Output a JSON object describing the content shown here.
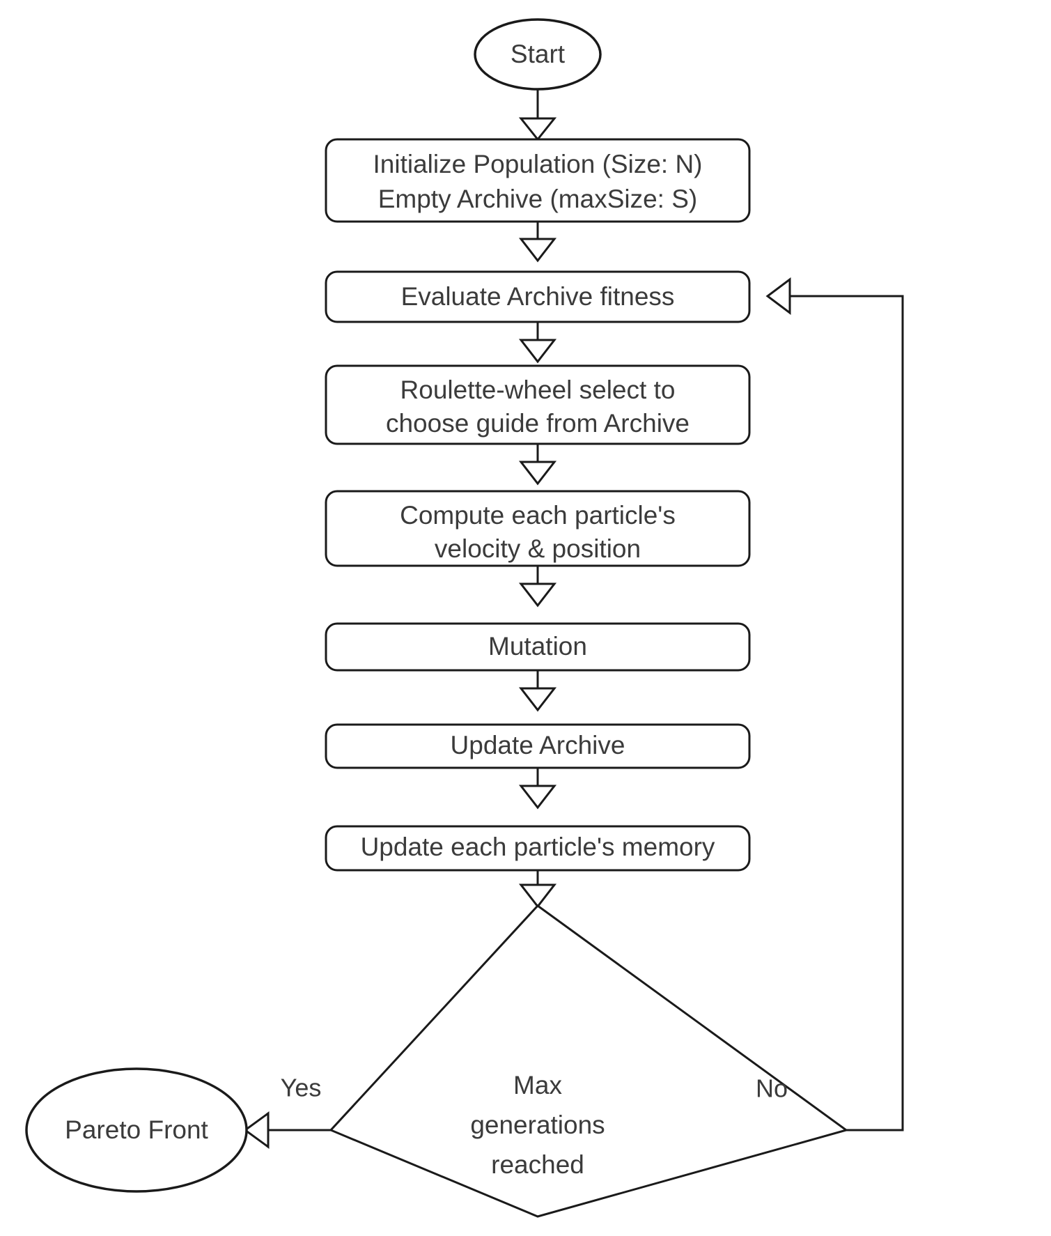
{
  "diagram": {
    "type": "flowchart",
    "title": "MOPSO algorithm flowchart",
    "colors": {
      "stroke": "#1a1a1a",
      "fill": "#ffffff",
      "text": "#3b3b3b",
      "background": "#ffffff"
    },
    "nodes": [
      {
        "id": "start",
        "shape": "ellipse",
        "lines": [
          "Start"
        ]
      },
      {
        "id": "initialize",
        "shape": "rounded-rect",
        "lines": [
          "Initialize Population (Size: N)",
          "Empty Archive (maxSize: S)"
        ]
      },
      {
        "id": "evaluate",
        "shape": "rounded-rect",
        "lines": [
          "Evaluate Archive fitness"
        ]
      },
      {
        "id": "roulette",
        "shape": "rounded-rect",
        "lines": [
          "Roulette-wheel select to",
          "choose guide from Archive"
        ]
      },
      {
        "id": "compute",
        "shape": "rounded-rect",
        "lines": [
          "Compute each particle's",
          "velocity & position"
        ]
      },
      {
        "id": "mutation",
        "shape": "rounded-rect",
        "lines": [
          "Mutation"
        ]
      },
      {
        "id": "update-archive",
        "shape": "rounded-rect",
        "lines": [
          "Update Archive"
        ]
      },
      {
        "id": "update-memory",
        "shape": "rounded-rect",
        "lines": [
          "Update each particle's memory"
        ]
      },
      {
        "id": "decision",
        "shape": "diamond",
        "lines": [
          "Max",
          "generations",
          "reached"
        ]
      },
      {
        "id": "pareto-front",
        "shape": "ellipse",
        "lines": [
          "Pareto Front"
        ]
      }
    ],
    "edge_labels": {
      "yes": "Yes",
      "no": "No"
    }
  }
}
